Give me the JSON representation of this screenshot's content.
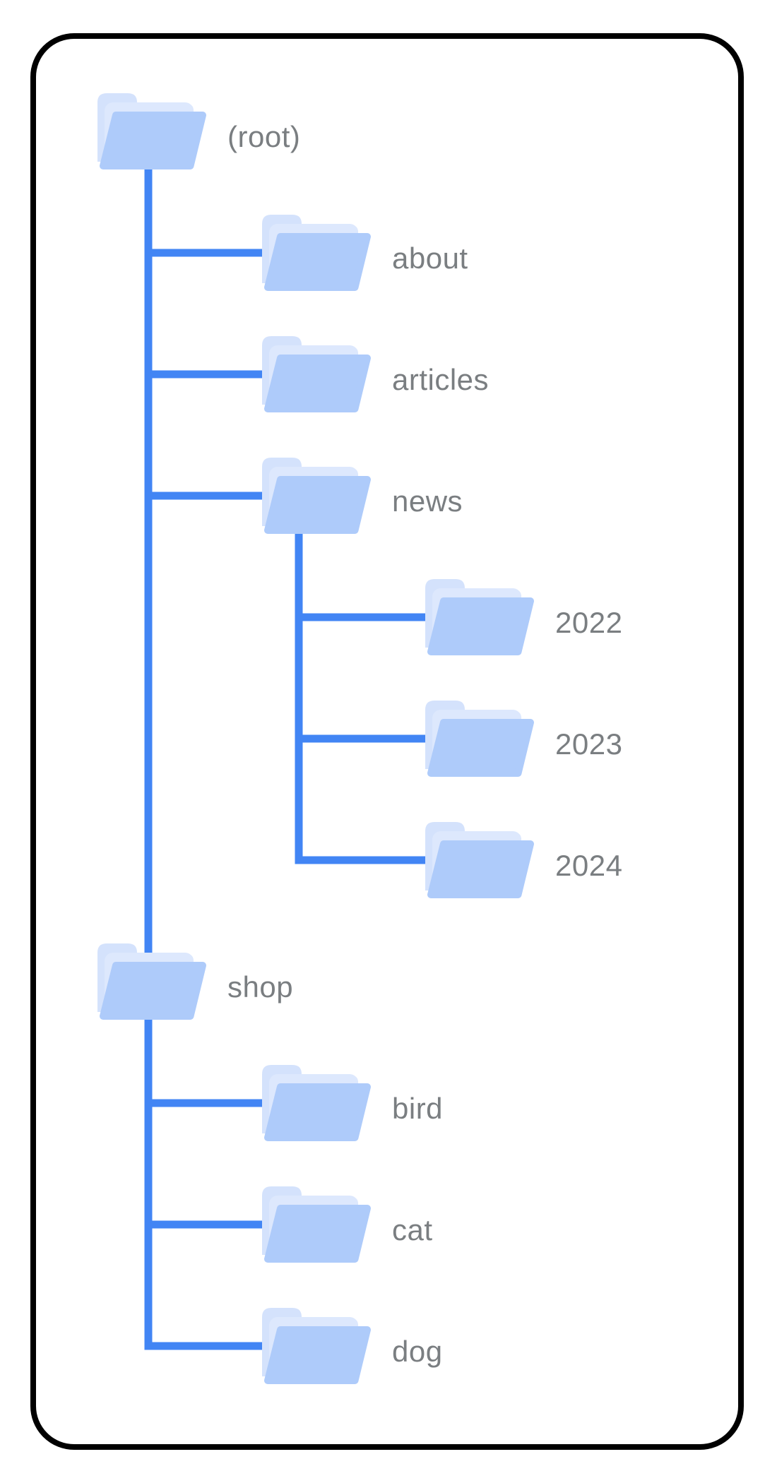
{
  "diagram": {
    "kind": "site-folder-tree",
    "description": "Folder hierarchy diagram inside a rounded black frame"
  },
  "tree": {
    "nodes": [
      {
        "id": "root",
        "label": "(root)",
        "level": 0,
        "row": 0,
        "parent": null
      },
      {
        "id": "about",
        "label": "about",
        "level": 1,
        "row": 1,
        "parent": "root"
      },
      {
        "id": "articles",
        "label": "articles",
        "level": 1,
        "row": 2,
        "parent": "root"
      },
      {
        "id": "news",
        "label": "news",
        "level": 1,
        "row": 3,
        "parent": "root"
      },
      {
        "id": "y2022",
        "label": "2022",
        "level": 2,
        "row": 4,
        "parent": "news"
      },
      {
        "id": "y2023",
        "label": "2023",
        "level": 2,
        "row": 5,
        "parent": "news"
      },
      {
        "id": "y2024",
        "label": "2024",
        "level": 2,
        "row": 6,
        "parent": "news"
      },
      {
        "id": "shop",
        "label": "shop",
        "level": 0,
        "row": 7,
        "parent": "root"
      },
      {
        "id": "bird",
        "label": "bird",
        "level": 1,
        "row": 8,
        "parent": "shop"
      },
      {
        "id": "cat",
        "label": "cat",
        "level": 1,
        "row": 9,
        "parent": "shop"
      },
      {
        "id": "dog",
        "label": "dog",
        "level": 1,
        "row": 10,
        "parent": "shop"
      }
    ]
  },
  "colors": {
    "connector_line": "#4285f4",
    "folder_front": "#aecbfa",
    "folder_back": "#d4e2fc",
    "folder_flap": "#dde8fd",
    "label_text": "#7a7e81",
    "frame_border": "#000000",
    "background": "#ffffff"
  }
}
